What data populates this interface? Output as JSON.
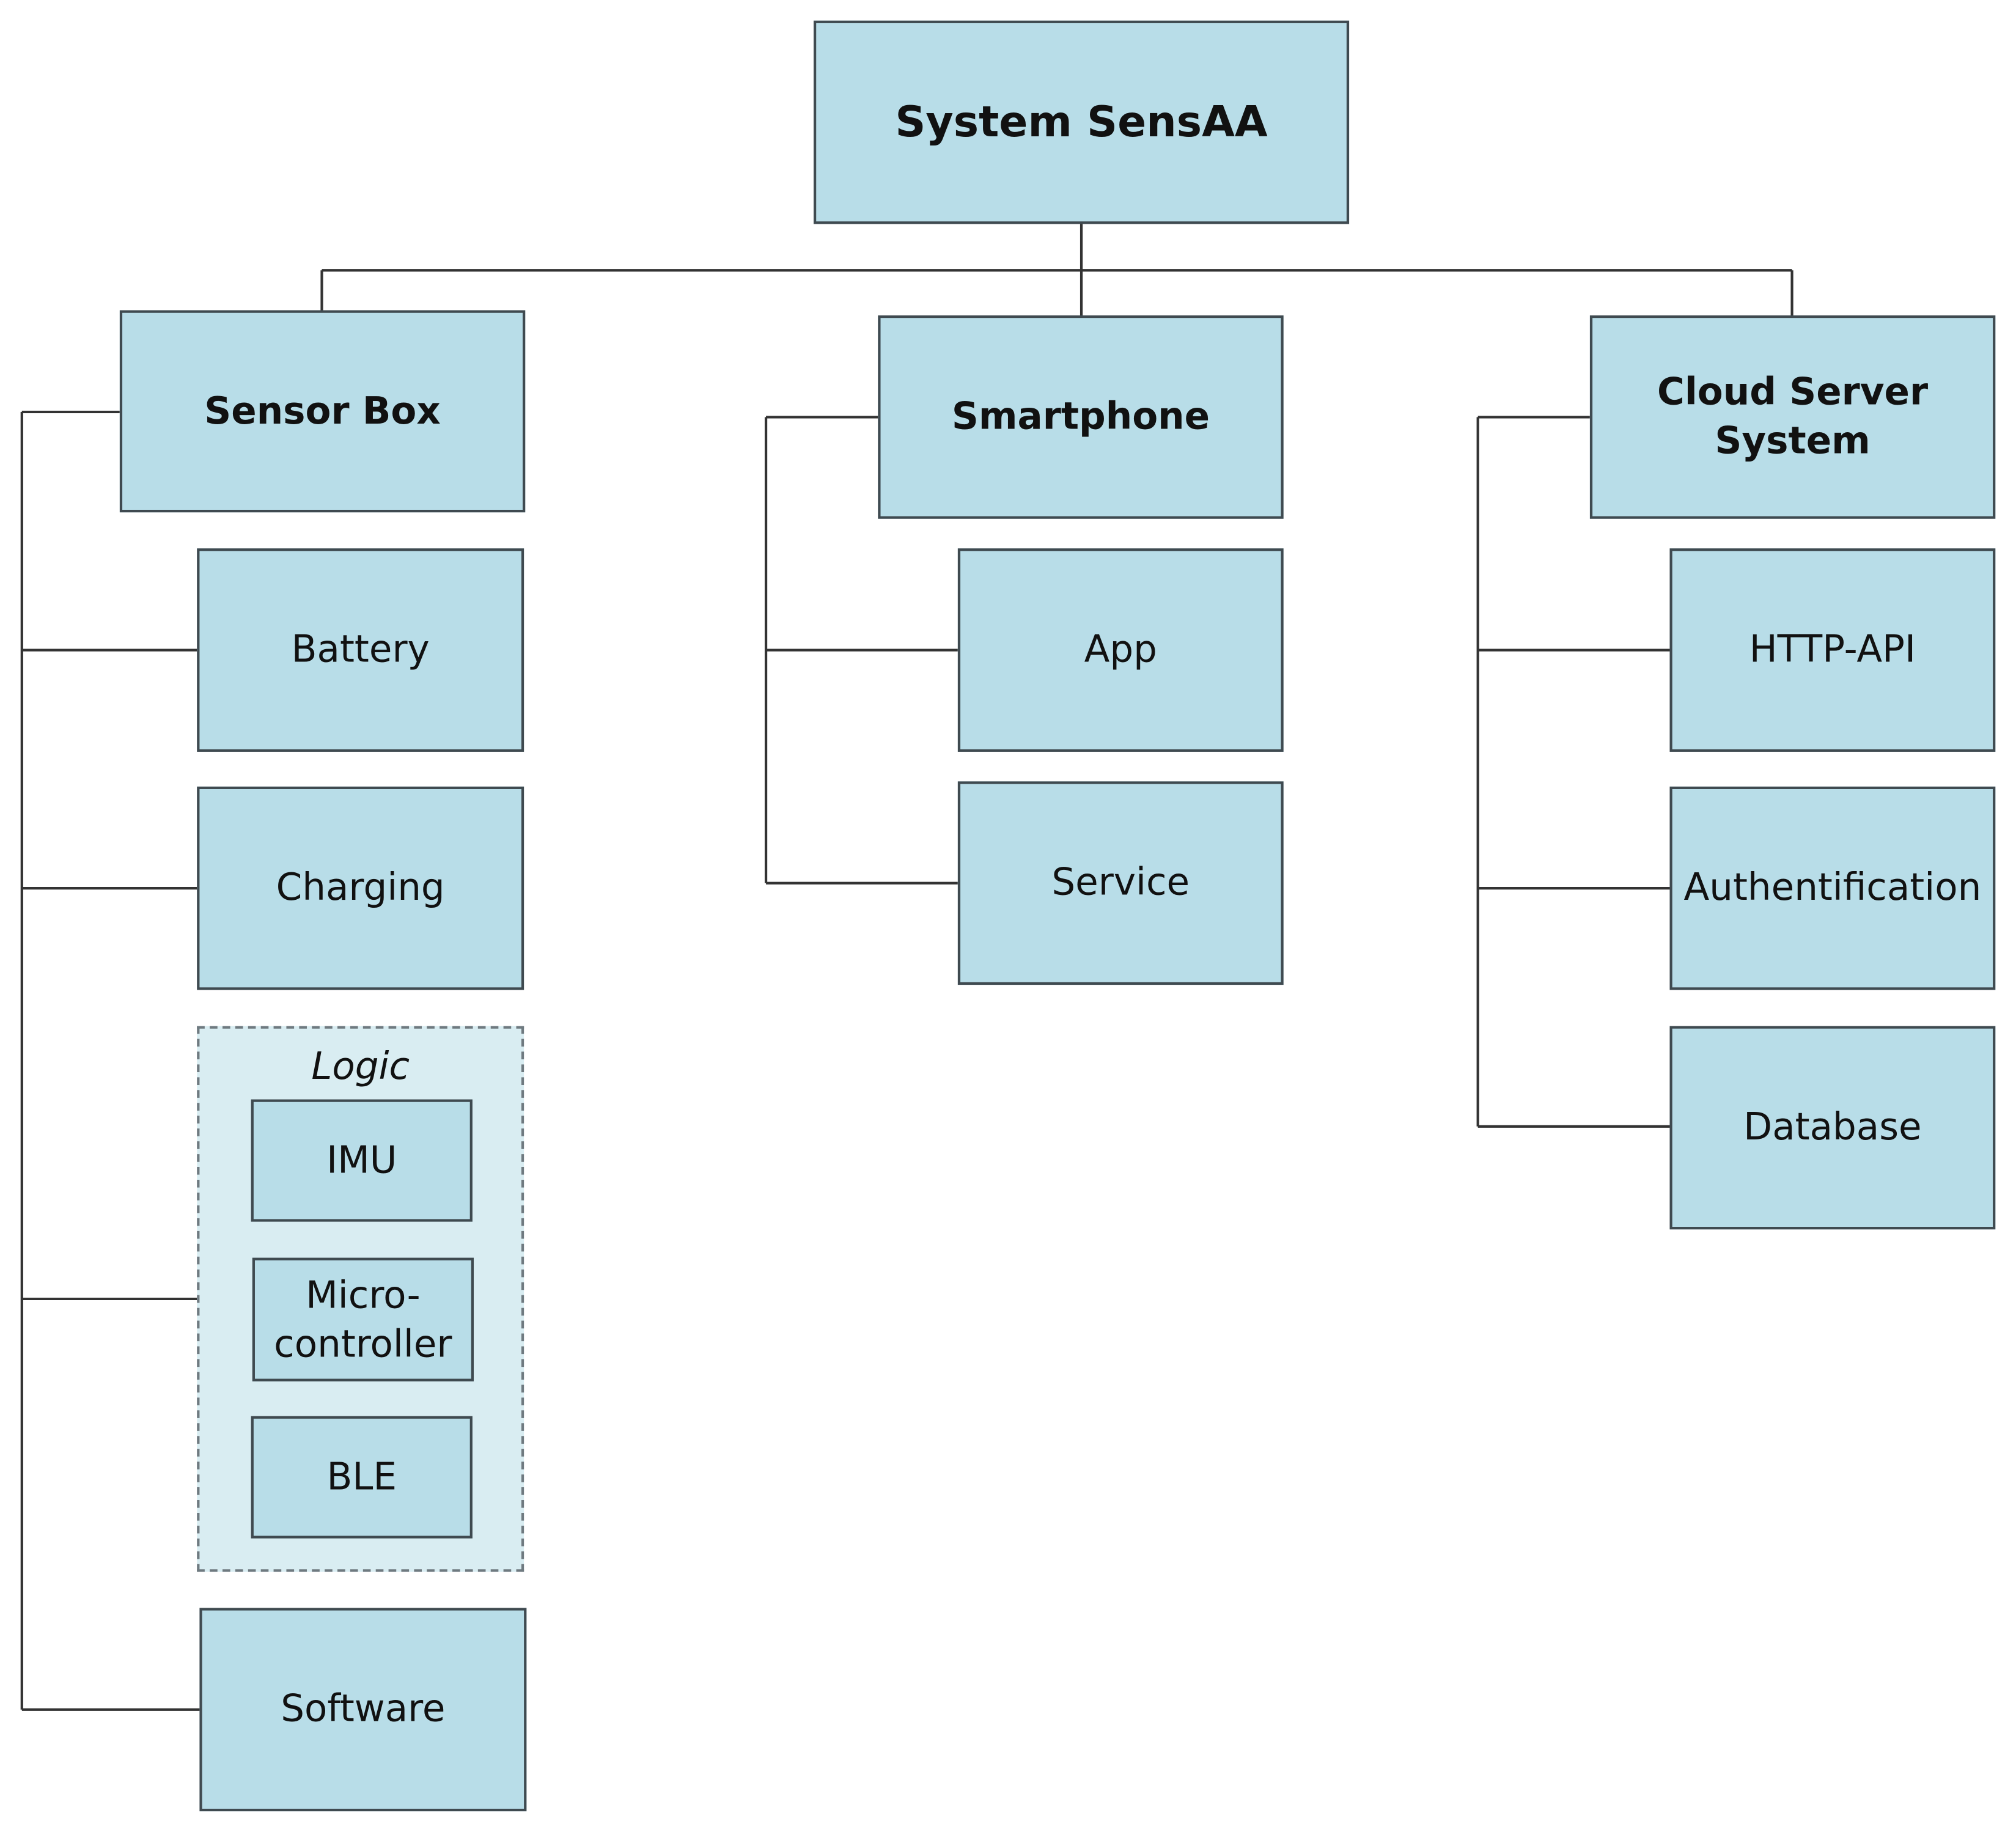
{
  "diagram": {
    "root": {
      "label": "System SensAA"
    },
    "branches": [
      {
        "label": "Sensor Box",
        "children": [
          {
            "label": "Battery"
          },
          {
            "label": "Charging"
          },
          {
            "label": "Logic",
            "group": true,
            "children": [
              {
                "label": "IMU"
              },
              {
                "label": "Micro-\ncontroller"
              },
              {
                "label": "BLE"
              }
            ]
          },
          {
            "label": "Software"
          }
        ]
      },
      {
        "label": "Smartphone",
        "children": [
          {
            "label": "App"
          },
          {
            "label": "Service"
          }
        ]
      },
      {
        "label": "Cloud Server System",
        "children": [
          {
            "label": "HTTP-API"
          },
          {
            "label": "Authentification"
          },
          {
            "label": "Database"
          }
        ]
      }
    ]
  },
  "colors": {
    "box_fill": "#b8dde8",
    "group_fill": "#d9edf2",
    "border": "#3f4a50",
    "line": "#333333"
  }
}
